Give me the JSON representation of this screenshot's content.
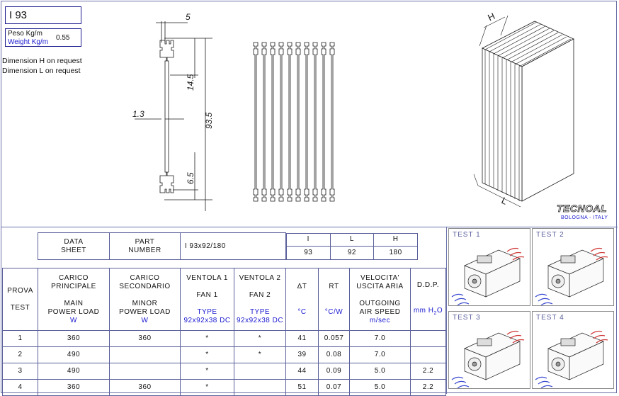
{
  "header": {
    "title": "I 93",
    "weight_label_it": "Peso Kg/m",
    "weight_label_en": "Weight Kg/m",
    "weight_value": "0.55",
    "note_h": "Dimension H on request",
    "note_l": "Dimension L on request"
  },
  "drawing": {
    "dim_top": "5",
    "dim_mid": "14.5",
    "dim_total": "93.5",
    "dim_low": "6.5",
    "dim_thickness": "1.3",
    "iso_h": "H",
    "iso_l": "L"
  },
  "brand": {
    "name": "TECNOAL",
    "tagline": "BOLOGNA - ITALY"
  },
  "spec_table": {
    "data_sheet": [
      "DATA",
      "SHEET"
    ],
    "part_number": [
      "PART",
      "NUMBER"
    ],
    "part_value": "I 93x92/180",
    "dim_headers": [
      "I",
      "L",
      "H"
    ],
    "dim_values": [
      "93",
      "92",
      "180"
    ]
  },
  "test_table": {
    "headers": {
      "prova": [
        "PROVA",
        "TEST"
      ],
      "main_load": [
        "CARICO",
        "PRINCIPALE",
        "MAIN",
        "POWER LOAD"
      ],
      "main_unit": "W",
      "minor_load": [
        "CARICO",
        "SECONDARIO",
        "MINOR",
        "POWER LOAD"
      ],
      "minor_unit": "W",
      "fan1": [
        "VENTOLA 1",
        "FAN 1",
        "TYPE",
        "92x92x38 DC"
      ],
      "fan2": [
        "VENTOLA 2",
        "FAN 2",
        "TYPE",
        "92x92x38 DC"
      ],
      "dt": "ΔT",
      "dt_unit": "°C",
      "rt": "RT",
      "rt_unit": "°C/W",
      "speed": [
        "VELOCITA'",
        "USCITA ARIA",
        "OUTGOING",
        "AIR SPEED"
      ],
      "speed_unit": "m/sec",
      "ddp": "D.D.P.",
      "ddp_unit": "mm H",
      "ddp_unit_sub": "2",
      "ddp_unit_end": "O"
    },
    "rows": [
      {
        "test": "1",
        "main": "360",
        "minor": "360",
        "fan1": "*",
        "fan2": "*",
        "dt": "41",
        "rt": "0.057",
        "speed": "7.0",
        "ddp": ""
      },
      {
        "test": "2",
        "main": "490",
        "minor": "",
        "fan1": "*",
        "fan2": "*",
        "dt": "39",
        "rt": "0.08",
        "speed": "7.0",
        "ddp": ""
      },
      {
        "test": "3",
        "main": "490",
        "minor": "",
        "fan1": "*",
        "fan2": "",
        "dt": "44",
        "rt": "0.09",
        "speed": "5.0",
        "ddp": "2.2"
      },
      {
        "test": "4",
        "main": "360",
        "minor": "360",
        "fan1": "*",
        "fan2": "",
        "dt": "51",
        "rt": "0.07",
        "speed": "5.0",
        "ddp": "2.2"
      }
    ]
  },
  "test_panels": [
    {
      "label": "TEST 1"
    },
    {
      "label": "TEST 2"
    },
    {
      "label": "TEST 3"
    },
    {
      "label": "TEST 4"
    }
  ],
  "colors": {
    "frame": "#6b70a8",
    "line": "#1a1a1a",
    "blue_text": "#1a1ad0",
    "arrow_red": "#d03a3a",
    "arrow_blue": "#3a4ad0"
  }
}
